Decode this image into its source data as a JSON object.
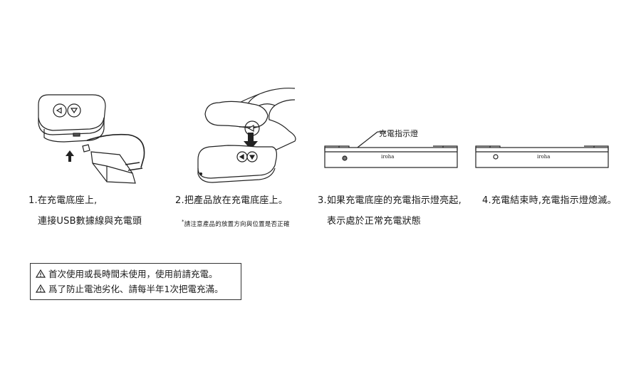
{
  "steps": [
    {
      "number": "1.",
      "line1": "在充電底座上,",
      "line2": "連接USB數據線與充電頭"
    },
    {
      "number": "2.",
      "line1": "把產品放在充電底座上。",
      "note_mark": "*",
      "note": "請注意產品的放置方向與位置是否正確"
    },
    {
      "number": "3.",
      "line1": "如果充電底座的充電指示燈亮起,",
      "line2": "表示處於正常充電狀態"
    },
    {
      "number": "4.",
      "line1": "充電結束時,充電指示燈熄滅。"
    }
  ],
  "callout": "充電指示燈",
  "brand": "iroha",
  "warnings": [
    "首次使用或長時間未使用，使用前請充電。",
    "爲了防止電池劣化、請每半年1次把電充滿。"
  ],
  "icons": [
    "warning-triangle-icon",
    "arrow-up-icon",
    "arrow-down-icon",
    "play-triangle-icon"
  ],
  "colors": {
    "line": "#222222",
    "indicator_on": "#777777",
    "indicator_off": "#ffffff"
  }
}
